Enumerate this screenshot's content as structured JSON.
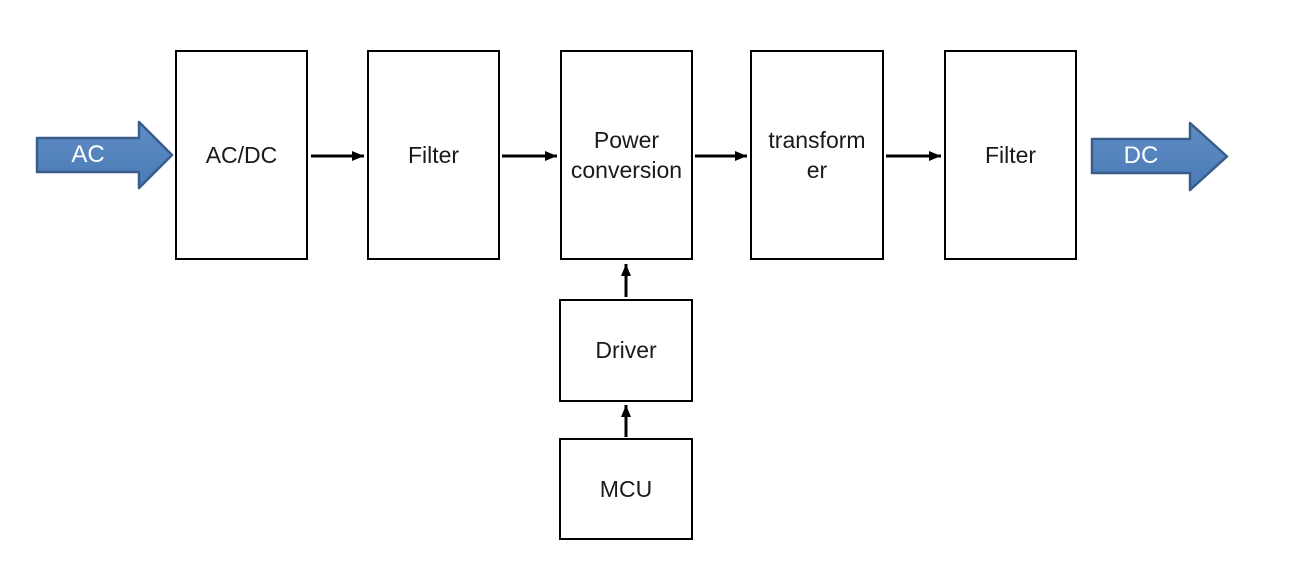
{
  "diagram": {
    "type": "block-flow-diagram",
    "background_color": "#ffffff",
    "box_border_color": "#000000",
    "connector_color": "#000000",
    "input_arrow": {
      "label": "AC",
      "fill_color": "#4f81bd",
      "border_color": "#385d8a",
      "text_color": "#ffffff"
    },
    "output_arrow": {
      "label": "DC",
      "fill_color": "#4f81bd",
      "border_color": "#385d8a",
      "text_color": "#ffffff"
    },
    "blocks": [
      {
        "id": "acdc",
        "label": "AC/DC"
      },
      {
        "id": "filter-1",
        "label": "Filter"
      },
      {
        "id": "power-conversion",
        "label": "Power\nconversion"
      },
      {
        "id": "transformer",
        "label": "transform\ner"
      },
      {
        "id": "filter-2",
        "label": "Filter"
      },
      {
        "id": "driver",
        "label": "Driver"
      },
      {
        "id": "mcu",
        "label": "MCU"
      }
    ],
    "connections": [
      {
        "from": "ac-input",
        "to": "acdc"
      },
      {
        "from": "acdc",
        "to": "filter-1"
      },
      {
        "from": "filter-1",
        "to": "power-conversion"
      },
      {
        "from": "power-conversion",
        "to": "transformer"
      },
      {
        "from": "transformer",
        "to": "filter-2"
      },
      {
        "from": "filter-2",
        "to": "dc-output"
      },
      {
        "from": "driver",
        "to": "power-conversion"
      },
      {
        "from": "mcu",
        "to": "driver"
      }
    ]
  }
}
